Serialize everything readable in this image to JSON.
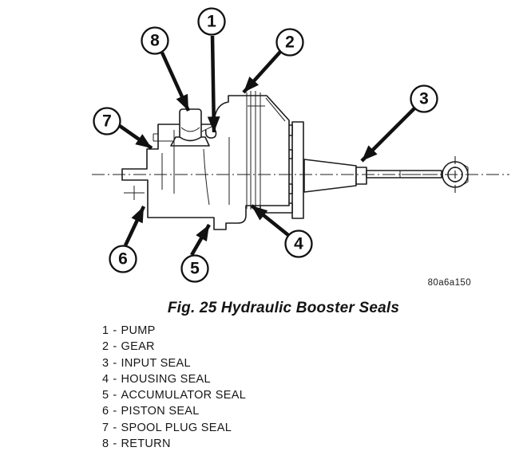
{
  "figure": {
    "caption": "Fig. 25 Hydraulic Booster Seals",
    "code": "80a6a150"
  },
  "callouts": [
    {
      "number": "1",
      "label": "PUMP"
    },
    {
      "number": "2",
      "label": "GEAR"
    },
    {
      "number": "3",
      "label": "INPUT SEAL"
    },
    {
      "number": "4",
      "label": "HOUSING SEAL"
    },
    {
      "number": "5",
      "label": "ACCUMULATOR SEAL"
    },
    {
      "number": "6",
      "label": "PISTON SEAL"
    },
    {
      "number": "7",
      "label": "SPOOL PLUG SEAL"
    },
    {
      "number": "8",
      "label": "RETURN"
    }
  ],
  "legend": {
    "separator": "-"
  }
}
